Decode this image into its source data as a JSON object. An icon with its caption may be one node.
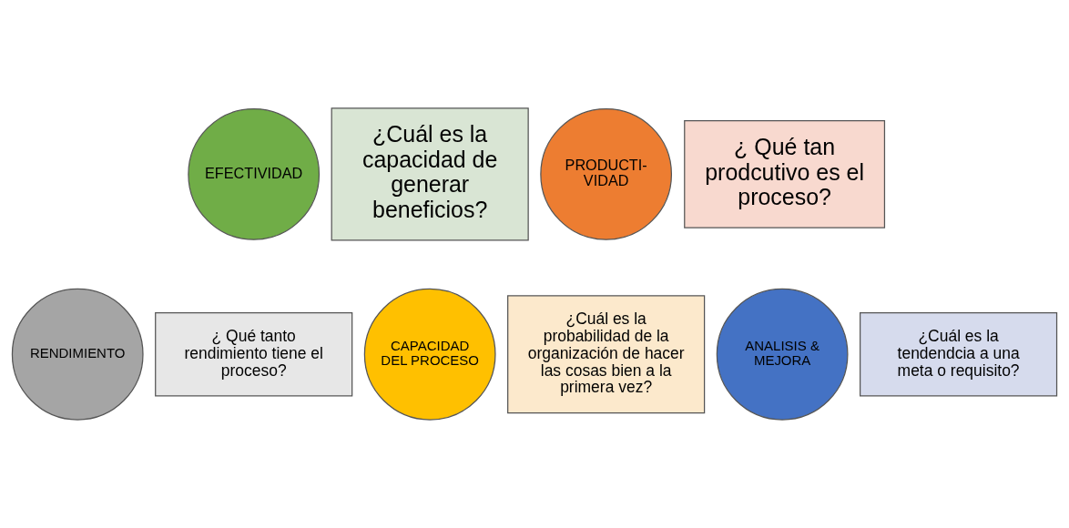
{
  "diagram": {
    "nodes": [
      {
        "text": [
          "EFECTIVIDAD"
        ]
      },
      {
        "text": [
          "¿Cuál es la capacidad de generar beneficios?"
        ]
      },
      {
        "text": [
          "PRODUCTI- VIDAD"
        ]
      },
      {
        "text": [
          "¿ Qué tan prodcutivo es el proceso?"
        ]
      },
      {
        "text": [
          "RENDIMIENTO"
        ]
      },
      {
        "text": [
          "¿ Qué tanto rendimiento tiene el proceso?"
        ]
      },
      {
        "text": [
          "CAPACIDAD DEL PROCESO"
        ]
      },
      {
        "text": [
          "¿Cuál es la probabilidad de la organización de hacer las cosas bien a la primera vez?"
        ]
      },
      {
        "text": [
          "ANALISIS & MEJORA"
        ]
      },
      {
        "text": [
          "¿Cuál es la tendendcia a una meta o requisito?"
        ]
      }
    ],
    "edges": []
  }
}
